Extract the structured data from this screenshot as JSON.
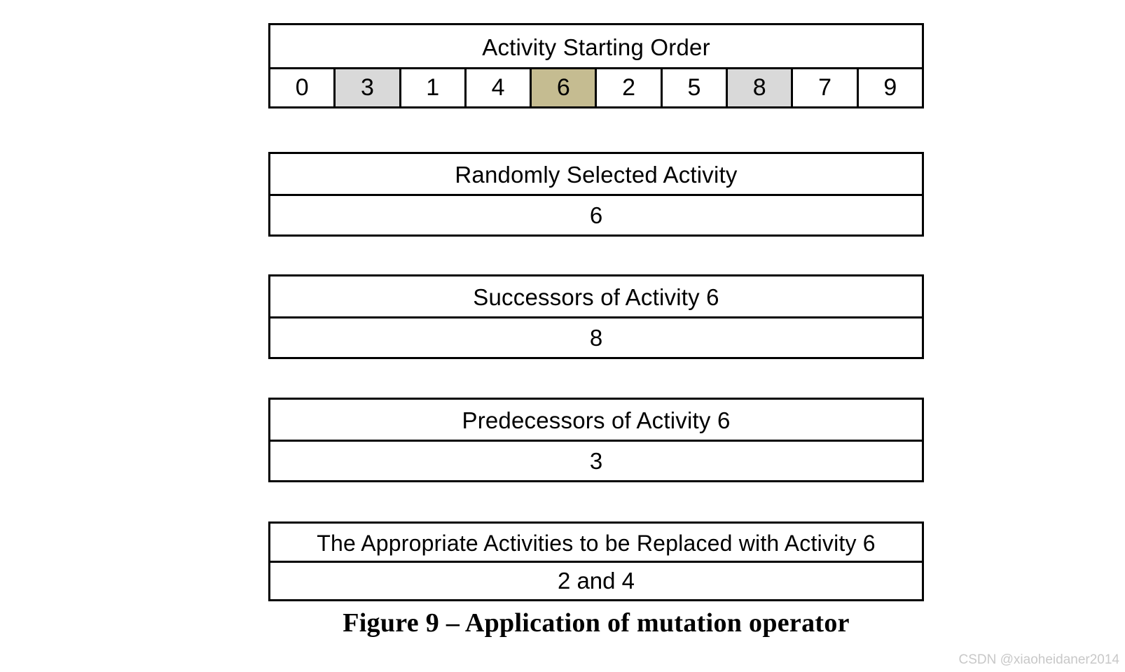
{
  "figure": {
    "caption": "Figure 9 – Application of mutation operator",
    "watermark": "CSDN @xiaoheidaner2014"
  },
  "colors": {
    "highlight_gray": "#d9d9d9",
    "highlight_tan": "#c5bc91",
    "border": "#000000",
    "background": "#ffffff",
    "watermark": "#c8c8c8"
  },
  "panels": {
    "activity_starting_order": {
      "title": "Activity Starting Order",
      "cells": [
        {
          "value": "0",
          "highlight": "none"
        },
        {
          "value": "3",
          "highlight": "gray"
        },
        {
          "value": "1",
          "highlight": "none"
        },
        {
          "value": "4",
          "highlight": "none"
        },
        {
          "value": "6",
          "highlight": "tan"
        },
        {
          "value": "2",
          "highlight": "none"
        },
        {
          "value": "5",
          "highlight": "none"
        },
        {
          "value": "8",
          "highlight": "gray"
        },
        {
          "value": "7",
          "highlight": "none"
        },
        {
          "value": "9",
          "highlight": "none"
        }
      ]
    },
    "randomly_selected_activity": {
      "title": "Randomly Selected Activity",
      "value": "6"
    },
    "successors": {
      "title": "Successors of Activity 6",
      "value": "8"
    },
    "predecessors": {
      "title": "Predecessors of Activity 6",
      "value": "3"
    },
    "replaced": {
      "title": "The Appropriate Activities to be Replaced with Activity 6",
      "value": "2 and 4"
    }
  },
  "chart_data": {
    "type": "table",
    "title": "Figure 9 – Application of mutation operator",
    "tables": [
      {
        "header": "Activity Starting Order",
        "row": [
          "0",
          "3",
          "1",
          "4",
          "6",
          "2",
          "5",
          "8",
          "7",
          "9"
        ],
        "highlighted": {
          "gray": [
            "3",
            "8"
          ],
          "tan": [
            "6"
          ]
        }
      },
      {
        "header": "Randomly Selected Activity",
        "row": [
          "6"
        ]
      },
      {
        "header": "Successors of Activity 6",
        "row": [
          "8"
        ]
      },
      {
        "header": "Predecessors of Activity 6",
        "row": [
          "3"
        ]
      },
      {
        "header": "The Appropriate Activities to be Replaced with Activity 6",
        "row": [
          "2 and 4"
        ]
      }
    ]
  }
}
